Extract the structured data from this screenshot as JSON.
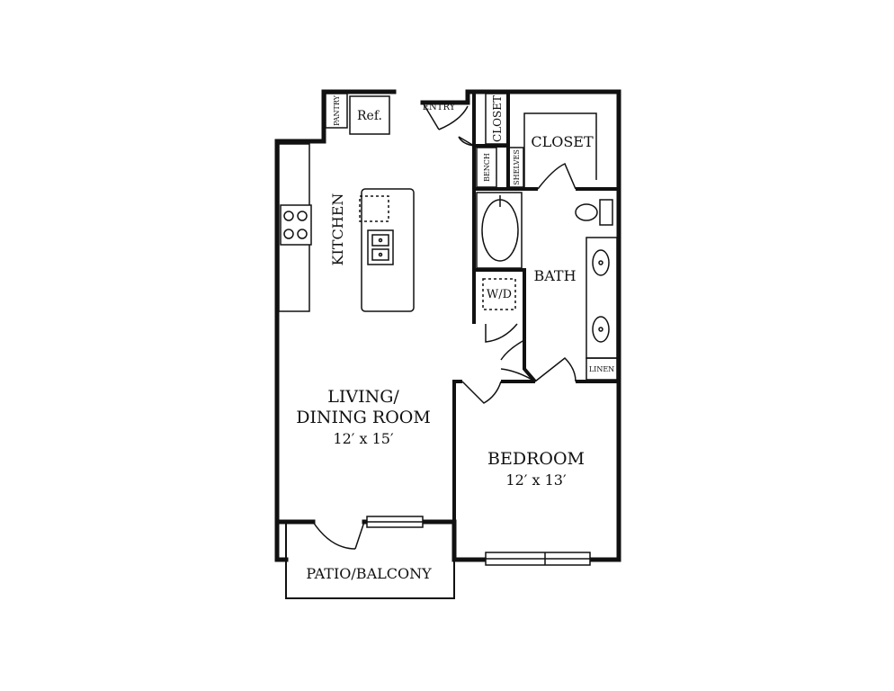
{
  "plan": {
    "wall_color": "#111111",
    "background": "#ffffff",
    "rooms": {
      "living": {
        "name_line1": "LIVING/",
        "name_line2": "DINING ROOM",
        "size": "12′ x 15′"
      },
      "bedroom": {
        "name": "BEDROOM",
        "size": "12′ x 13′"
      },
      "patio": {
        "name": "PATIO/BALCONY"
      },
      "kitchen": {
        "name": "KITCHEN"
      },
      "bath": {
        "name": "BATH"
      },
      "closet": {
        "name": "CLOSET"
      }
    },
    "fixtures": {
      "entry": "ENTRY",
      "pantry": "PANTRY",
      "ref": "Ref.",
      "small_closet": "CLOSET",
      "bench": "BENCH",
      "shelves": "SHELVES",
      "wd": "W/D",
      "linen": "LINEN"
    },
    "icons": {
      "stove": "stove-icon",
      "sink": "kitchen-sink-icon",
      "tub": "bathtub-icon",
      "toilet": "toilet-icon",
      "vanity": "vanity-sink-icon"
    }
  }
}
